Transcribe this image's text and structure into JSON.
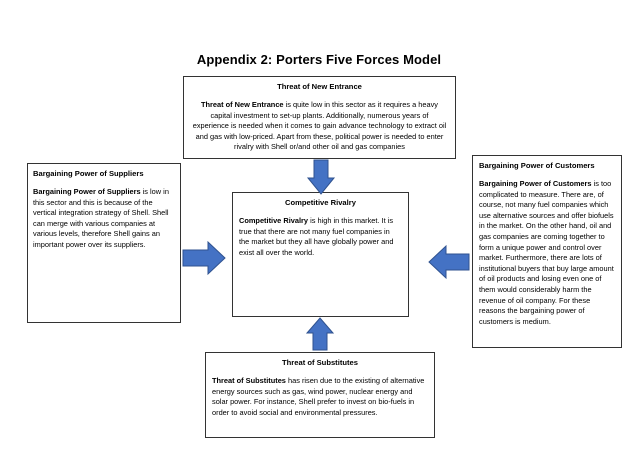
{
  "title": "Appendix 2: Porters Five Forces Model",
  "entrance": {
    "heading": "Threat of New Entrance",
    "lead": "Threat of New Entrance",
    "text": " is quite low in this sector as it requires a heavy capital investment to set-up plants. Additionally, numerous years of experience is needed when it comes to gain advance technology to extract oil and gas with low-priced. Apart from these, political power is needed to enter rivalry with Shell or/and other oil and gas companies"
  },
  "suppliers": {
    "heading": "Bargaining Power of Suppliers",
    "lead": "Bargaining Power of Suppliers",
    "text": " is low in this sector and this is because of the vertical integration strategy of Shell. Shell can merge with various companies at various levels, therefore Shell gains an important power over its suppliers."
  },
  "rivalry": {
    "heading": "Competitive Rivalry",
    "lead": "Competitive Rivalry",
    "text": " is high in this market. It is true that there are not many fuel companies in the market but they all have globally power and exist all over the world."
  },
  "customers": {
    "heading": "Bargaining Power of Customers",
    "lead": "Bargaining Power of Customers",
    "text": " is too complicated to measure. There are, of course, not many fuel companies which use alternative sources and offer biofuels in the market. On the other hand, oil and gas companies are coming together to form a unique power and control over market. Furthermore, there are lots of institutional buyers that buy large amount of oil products and losing even one of them would considerably harm the revenue of oil company. For these reasons the bargaining power of customers is medium."
  },
  "substitutes": {
    "heading": "Threat of Substitutes",
    "lead": "Threat of Substitutes",
    "text": " has risen due to the existing of alternative energy sources such as gas, wind power, nuclear energy and solar power. For instance, Shell prefer to invest on bio-fuels in order to avoid social and environmental pressures."
  },
  "colors": {
    "arrow_fill": "#4472c4",
    "arrow_stroke": "#2f528f",
    "border": "#333333"
  }
}
